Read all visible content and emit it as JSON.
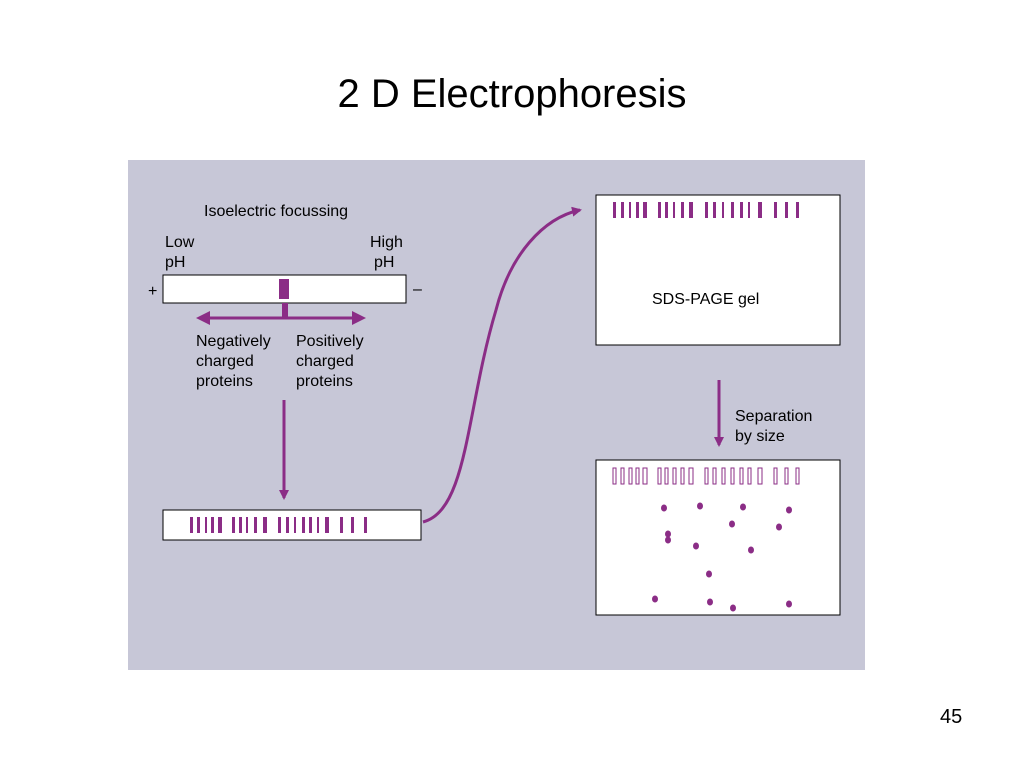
{
  "slide": {
    "title": "2 D Electrophoresis",
    "page_number": "45"
  },
  "diagram": {
    "ief_title": "Isoelectric  focussing",
    "low_label": "Low",
    "low_ph": "pH",
    "high_label": "High",
    "high_ph": "pH",
    "plus_sign": "+",
    "minus_sign": "–",
    "neg_line1": "Negatively",
    "neg_line2": "charged",
    "neg_line3": "proteins",
    "pos_line1": "Positively",
    "pos_line2": "charged",
    "pos_line3": "proteins",
    "sds_label": "SDS-PAGE gel",
    "sep_line1": "Separation",
    "sep_line2": "by size"
  },
  "colors": {
    "accent": "#8b2d86",
    "figure_bg": "#c7c7d7",
    "gel_bg": "#ffffff"
  }
}
